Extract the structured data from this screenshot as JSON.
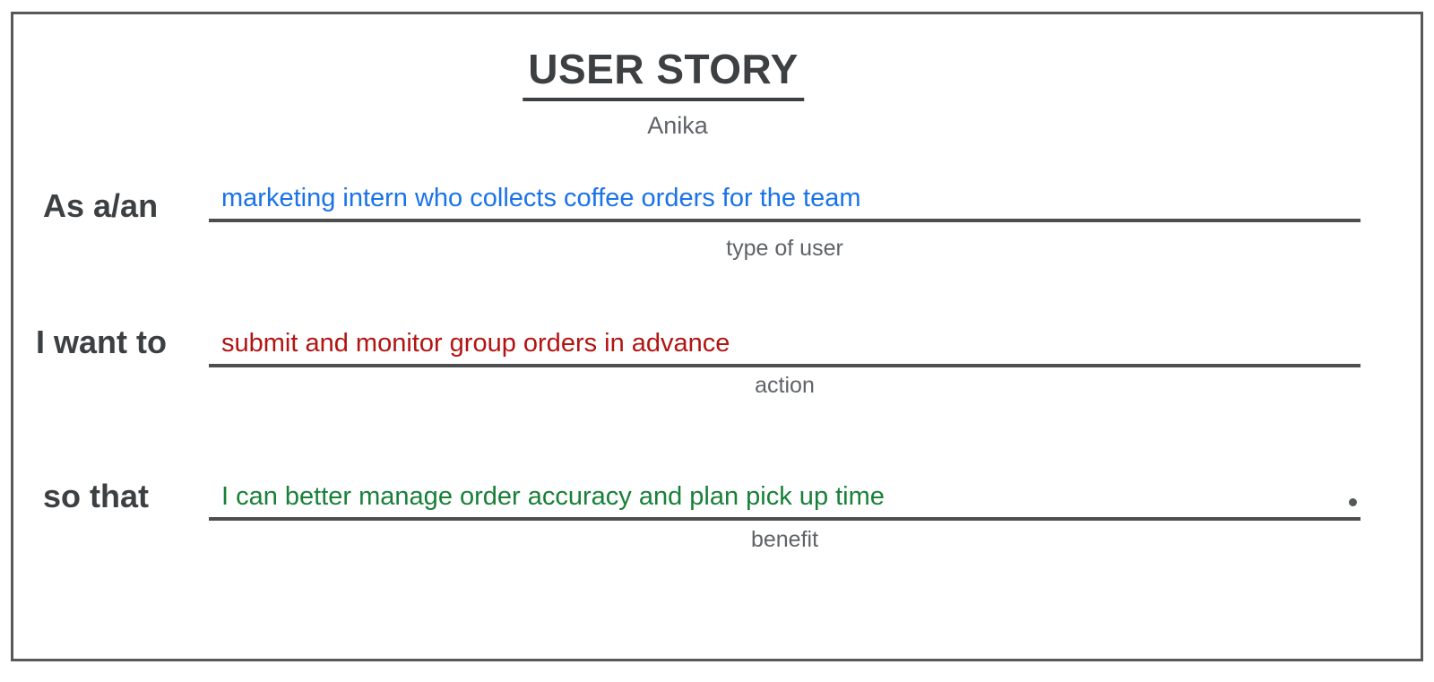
{
  "title": "USER STORY",
  "subtitle": "Anika",
  "colors": {
    "ink": "#3c4043",
    "muted": "#5f6368",
    "line": "#4c4e50",
    "frame_border": "#56585a",
    "blue": "#1a73e8",
    "red": "#b31412",
    "green": "#188038"
  },
  "rows": [
    {
      "label": "As a/an",
      "value": "marketing intern who collects coffee orders for the team",
      "caption": "type of user",
      "value_color": "#1a73e8"
    },
    {
      "label": "I want to",
      "value": "submit and monitor group orders in advance",
      "caption": "action",
      "value_color": "#b31412"
    },
    {
      "label": "so that",
      "value": "I can better manage order accuracy and plan pick up time",
      "caption": "benefit",
      "value_color": "#188038"
    }
  ]
}
